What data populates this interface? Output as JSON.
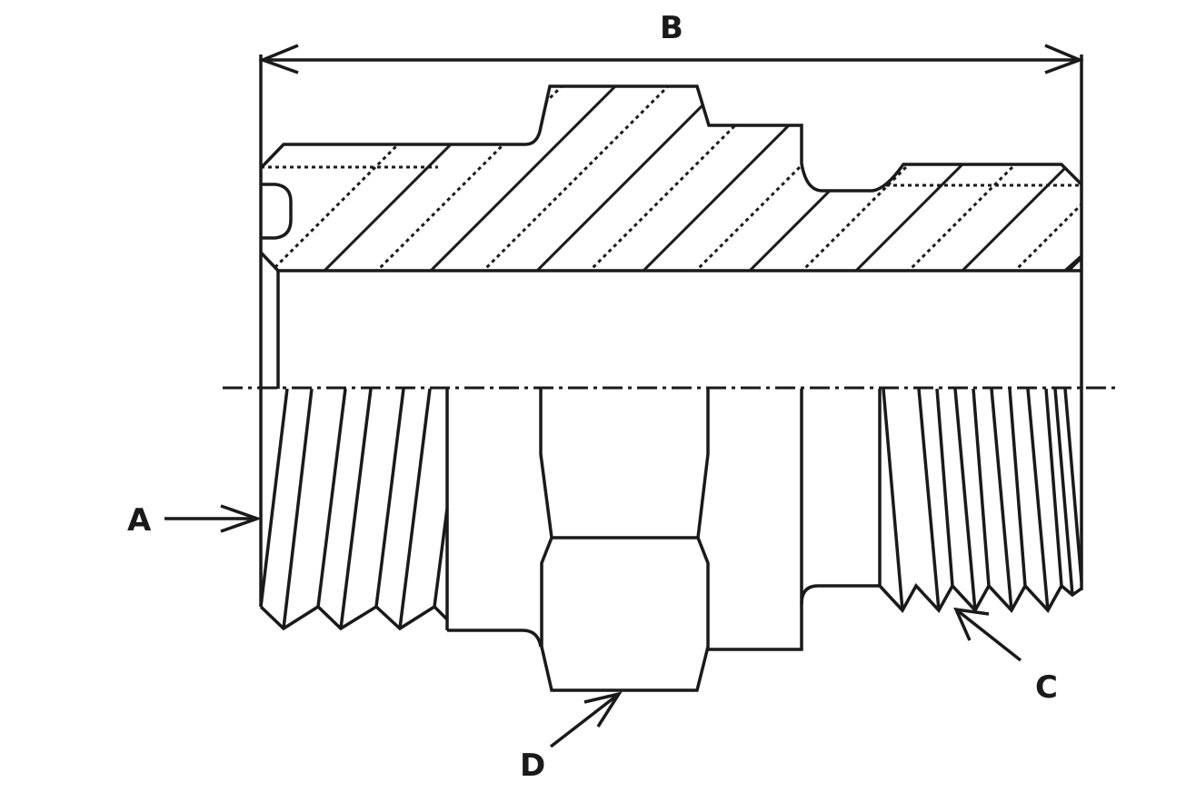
{
  "diagram": {
    "stroke_color": "#1a1a1a",
    "background": "#ffffff",
    "labels": {
      "a": "A",
      "b": "B",
      "c": "C",
      "d": "D"
    }
  }
}
